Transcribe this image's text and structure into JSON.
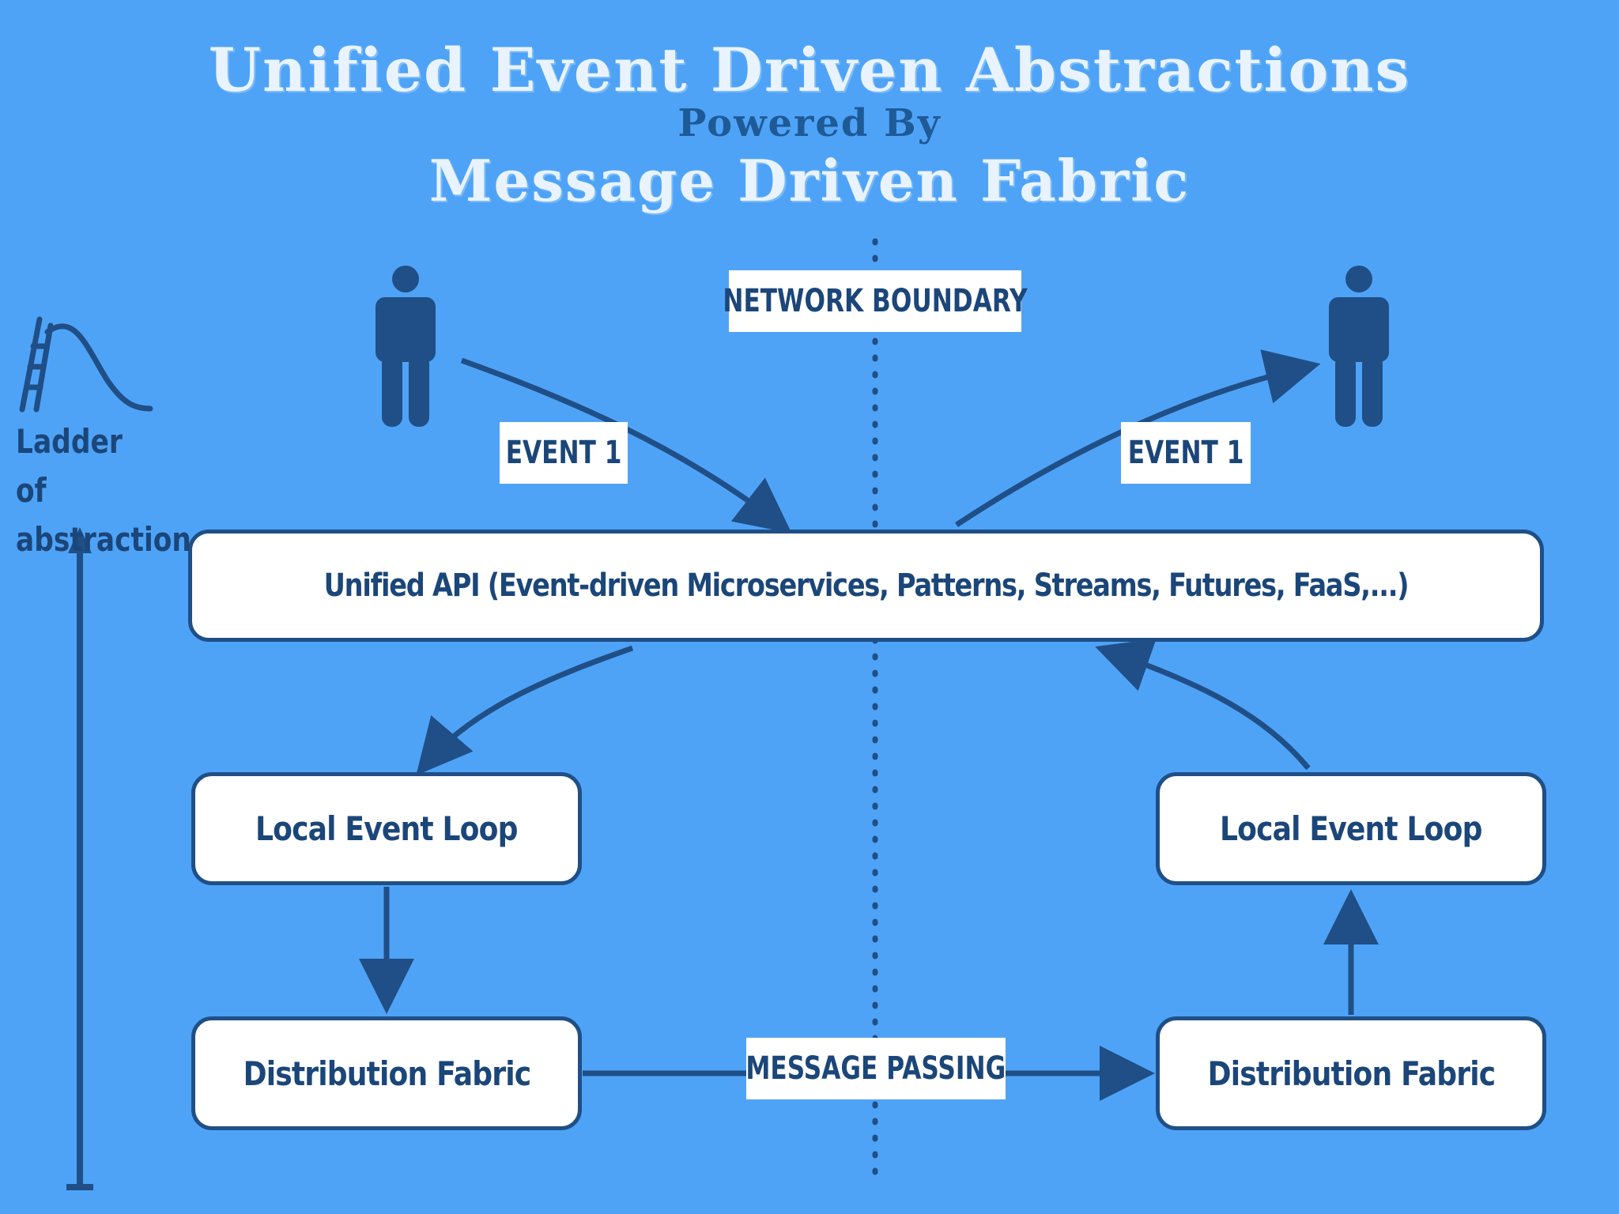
{
  "title": {
    "main": "Unified Event Driven Abstractions",
    "sub": "Powered By",
    "third": "Message Driven Fabric"
  },
  "labels": {
    "network_boundary": "NETWORK BOUNDARY",
    "event_left": "EVENT 1",
    "event_right": "EVENT 1",
    "message_passing": "MESSAGE PASSING",
    "ladder": "Ladder of abstraction"
  },
  "boxes": {
    "unified_api": "Unified API (Event-driven Microservices, Patterns, Streams, Futures, FaaS,...)",
    "left_loop": "Local Event Loop",
    "right_loop": "Local Event Loop",
    "left_fabric": "Distribution Fabric",
    "right_fabric": "Distribution Fabric"
  },
  "icons": [
    "person-icon",
    "person-icon",
    "slide-icon"
  ],
  "colors": {
    "background": "#4fa3f7",
    "dark": "#1f4f86",
    "box_fill": "#ffffff"
  }
}
